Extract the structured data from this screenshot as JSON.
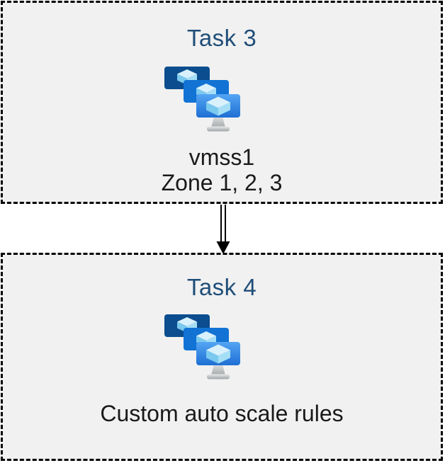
{
  "tasks": [
    {
      "title": "Task 3",
      "icon": "vm-scale-set-icon",
      "lines": [
        "vmss1",
        "Zone 1, 2, 3"
      ]
    },
    {
      "title": "Task 4",
      "icon": "vm-scale-set-icon",
      "lines": [
        "Custom auto scale rules"
      ]
    }
  ],
  "connector": {
    "shape": "double-line-arrow",
    "direction": "down",
    "color": "#000000"
  },
  "colors": {
    "page_background": "#ffffff",
    "box_fill": "#f1f1f1",
    "box_border": "#000000",
    "title_text": "#1f4e79",
    "body_text": "#1a1a1a",
    "monitor_back": "#0b4d8e",
    "monitor_middle": "#1273d4",
    "monitor_front_top": "#54a5f3",
    "monitor_front_bottom": "#1e6fd4",
    "cube_top": "#d9f1fc",
    "cube_left": "#7bc9ee",
    "cube_right": "#a5dff6"
  }
}
